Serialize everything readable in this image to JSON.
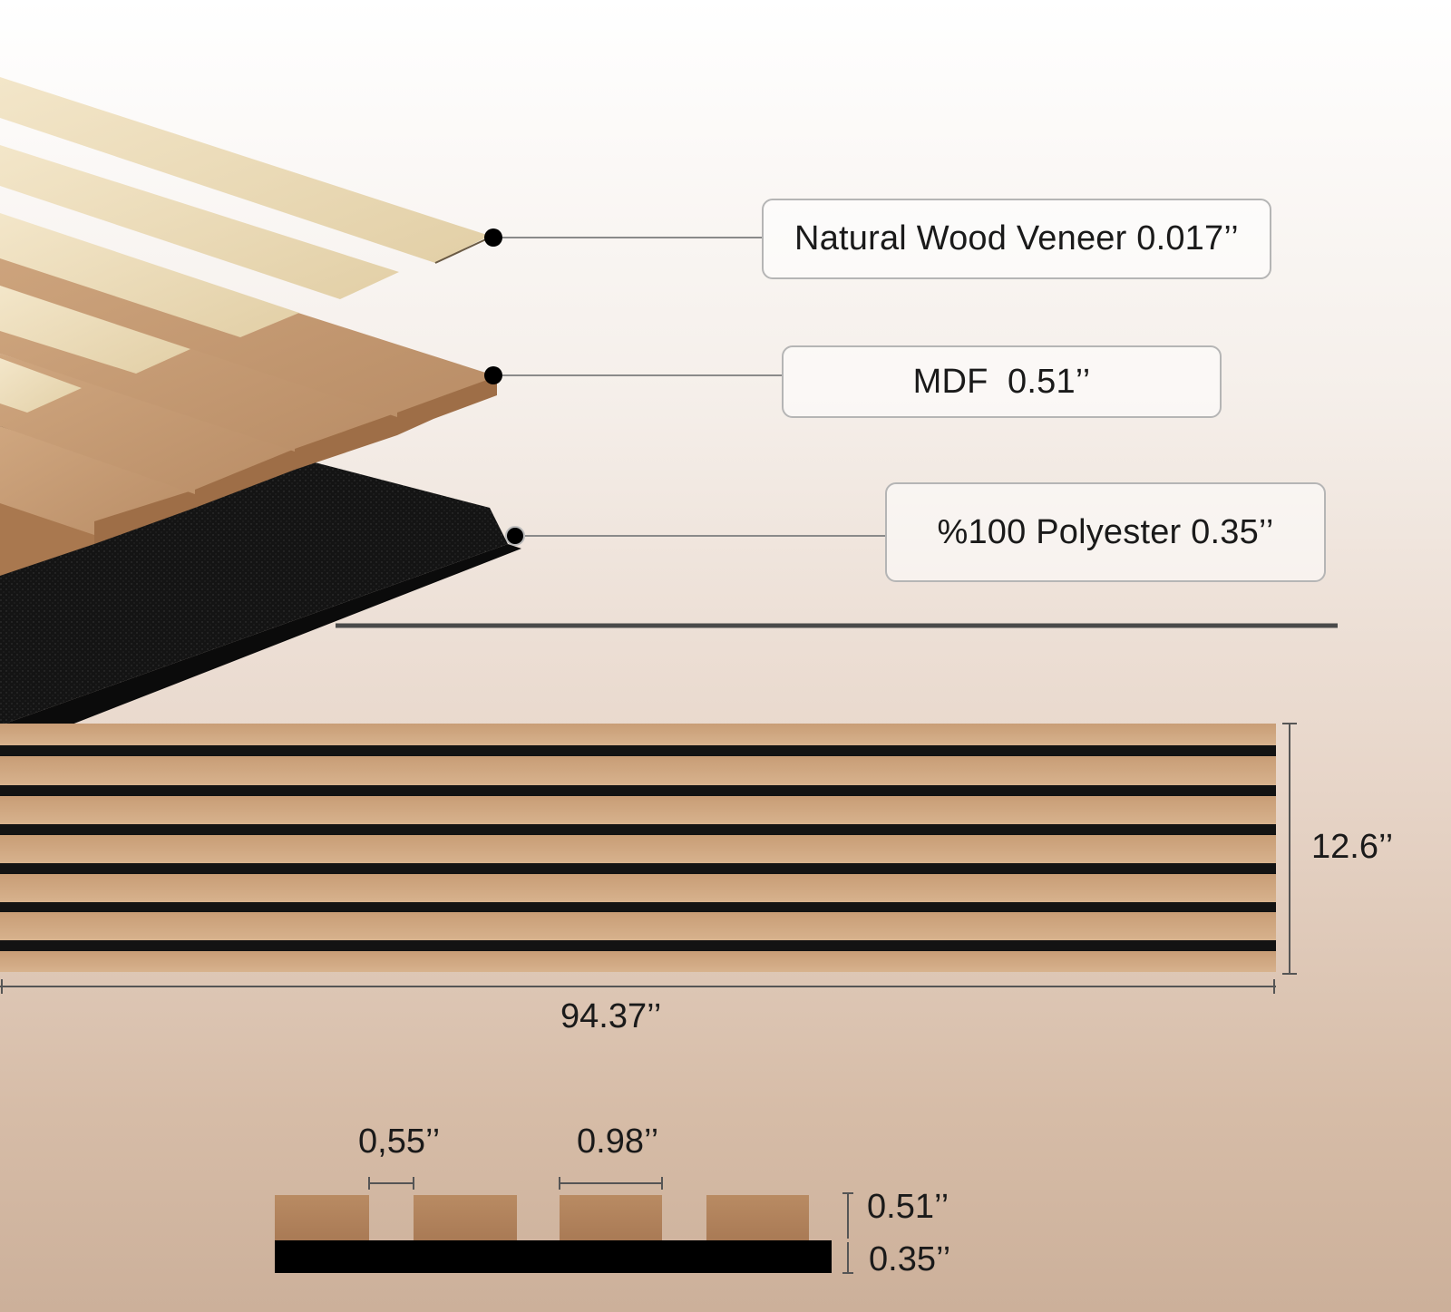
{
  "layers": {
    "veneer": {
      "label": "Natural Wood Veneer 0.017’’"
    },
    "mdf": {
      "label": "MDF  0.51’’"
    },
    "polyester": {
      "label": "%100 Polyester 0.35’’"
    }
  },
  "panel": {
    "height_label": "12.6’’",
    "width_label": "94.37’’"
  },
  "cross_section": {
    "gap_label": "0,55’’",
    "slat_width_label": "0.98’’",
    "slat_thickness_label": "0.51’’",
    "felt_thickness_label": "0.35’’"
  },
  "colors": {
    "veneer": "#ead9b5",
    "oak": "#c49a72",
    "felt": "#151515"
  }
}
